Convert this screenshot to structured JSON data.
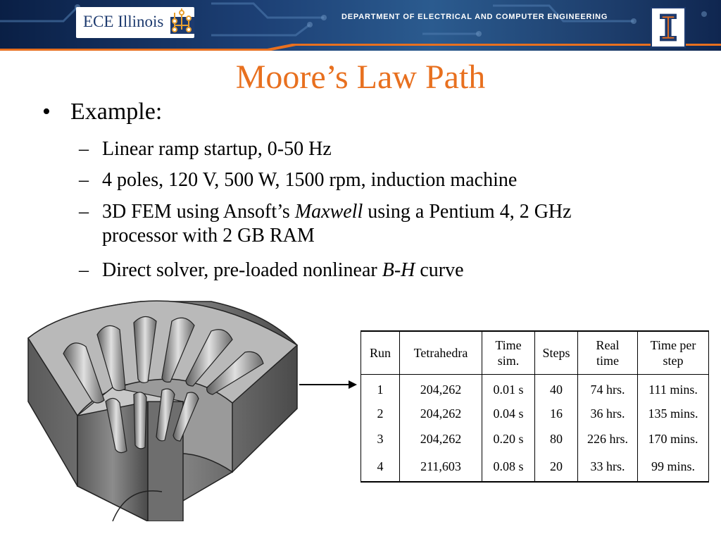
{
  "header": {
    "logo_text": "ECE Illinois",
    "department": "DEPARTMENT OF ELECTRICAL AND COMPUTER ENGINEERING",
    "accent_color": "#e8701f",
    "banner_color": "#1c3f74"
  },
  "slide": {
    "title": "Moore’s Law Path",
    "bullet": "Example:",
    "subitems": [
      {
        "text": "Linear ramp startup, 0-50 Hz"
      },
      {
        "text": "4 poles, 120 V, 500 W, 1500 rpm, induction machine"
      },
      {
        "pre": "3D FEM using Ansoft’s ",
        "italic": "Maxwell",
        "post": " using a Pentium 4, 2 GHz",
        "line2": "processor with 2 GB RAM"
      },
      {
        "pre": "Direct solver, pre-loaded nonlinear ",
        "italic": "B-H",
        "post": " curve"
      }
    ]
  },
  "table": {
    "headers": [
      [
        "Run"
      ],
      [
        "Tetrahedra"
      ],
      [
        "Time",
        "sim."
      ],
      [
        "Steps"
      ],
      [
        "Real",
        "time"
      ],
      [
        "Time per",
        "step"
      ]
    ],
    "rows": [
      [
        "1",
        "204,262",
        "0.01 s",
        "40",
        "74 hrs.",
        "111 mins."
      ],
      [
        "2",
        "204,262",
        "0.04 s",
        "16",
        "36 hrs.",
        "135 mins."
      ],
      [
        "3",
        "204,262",
        "0.20 s",
        "80",
        "226 hrs.",
        "170 mins."
      ],
      [
        "4",
        "211,603",
        "0.08 s",
        "20",
        "33 hrs.",
        "99 mins."
      ]
    ]
  }
}
